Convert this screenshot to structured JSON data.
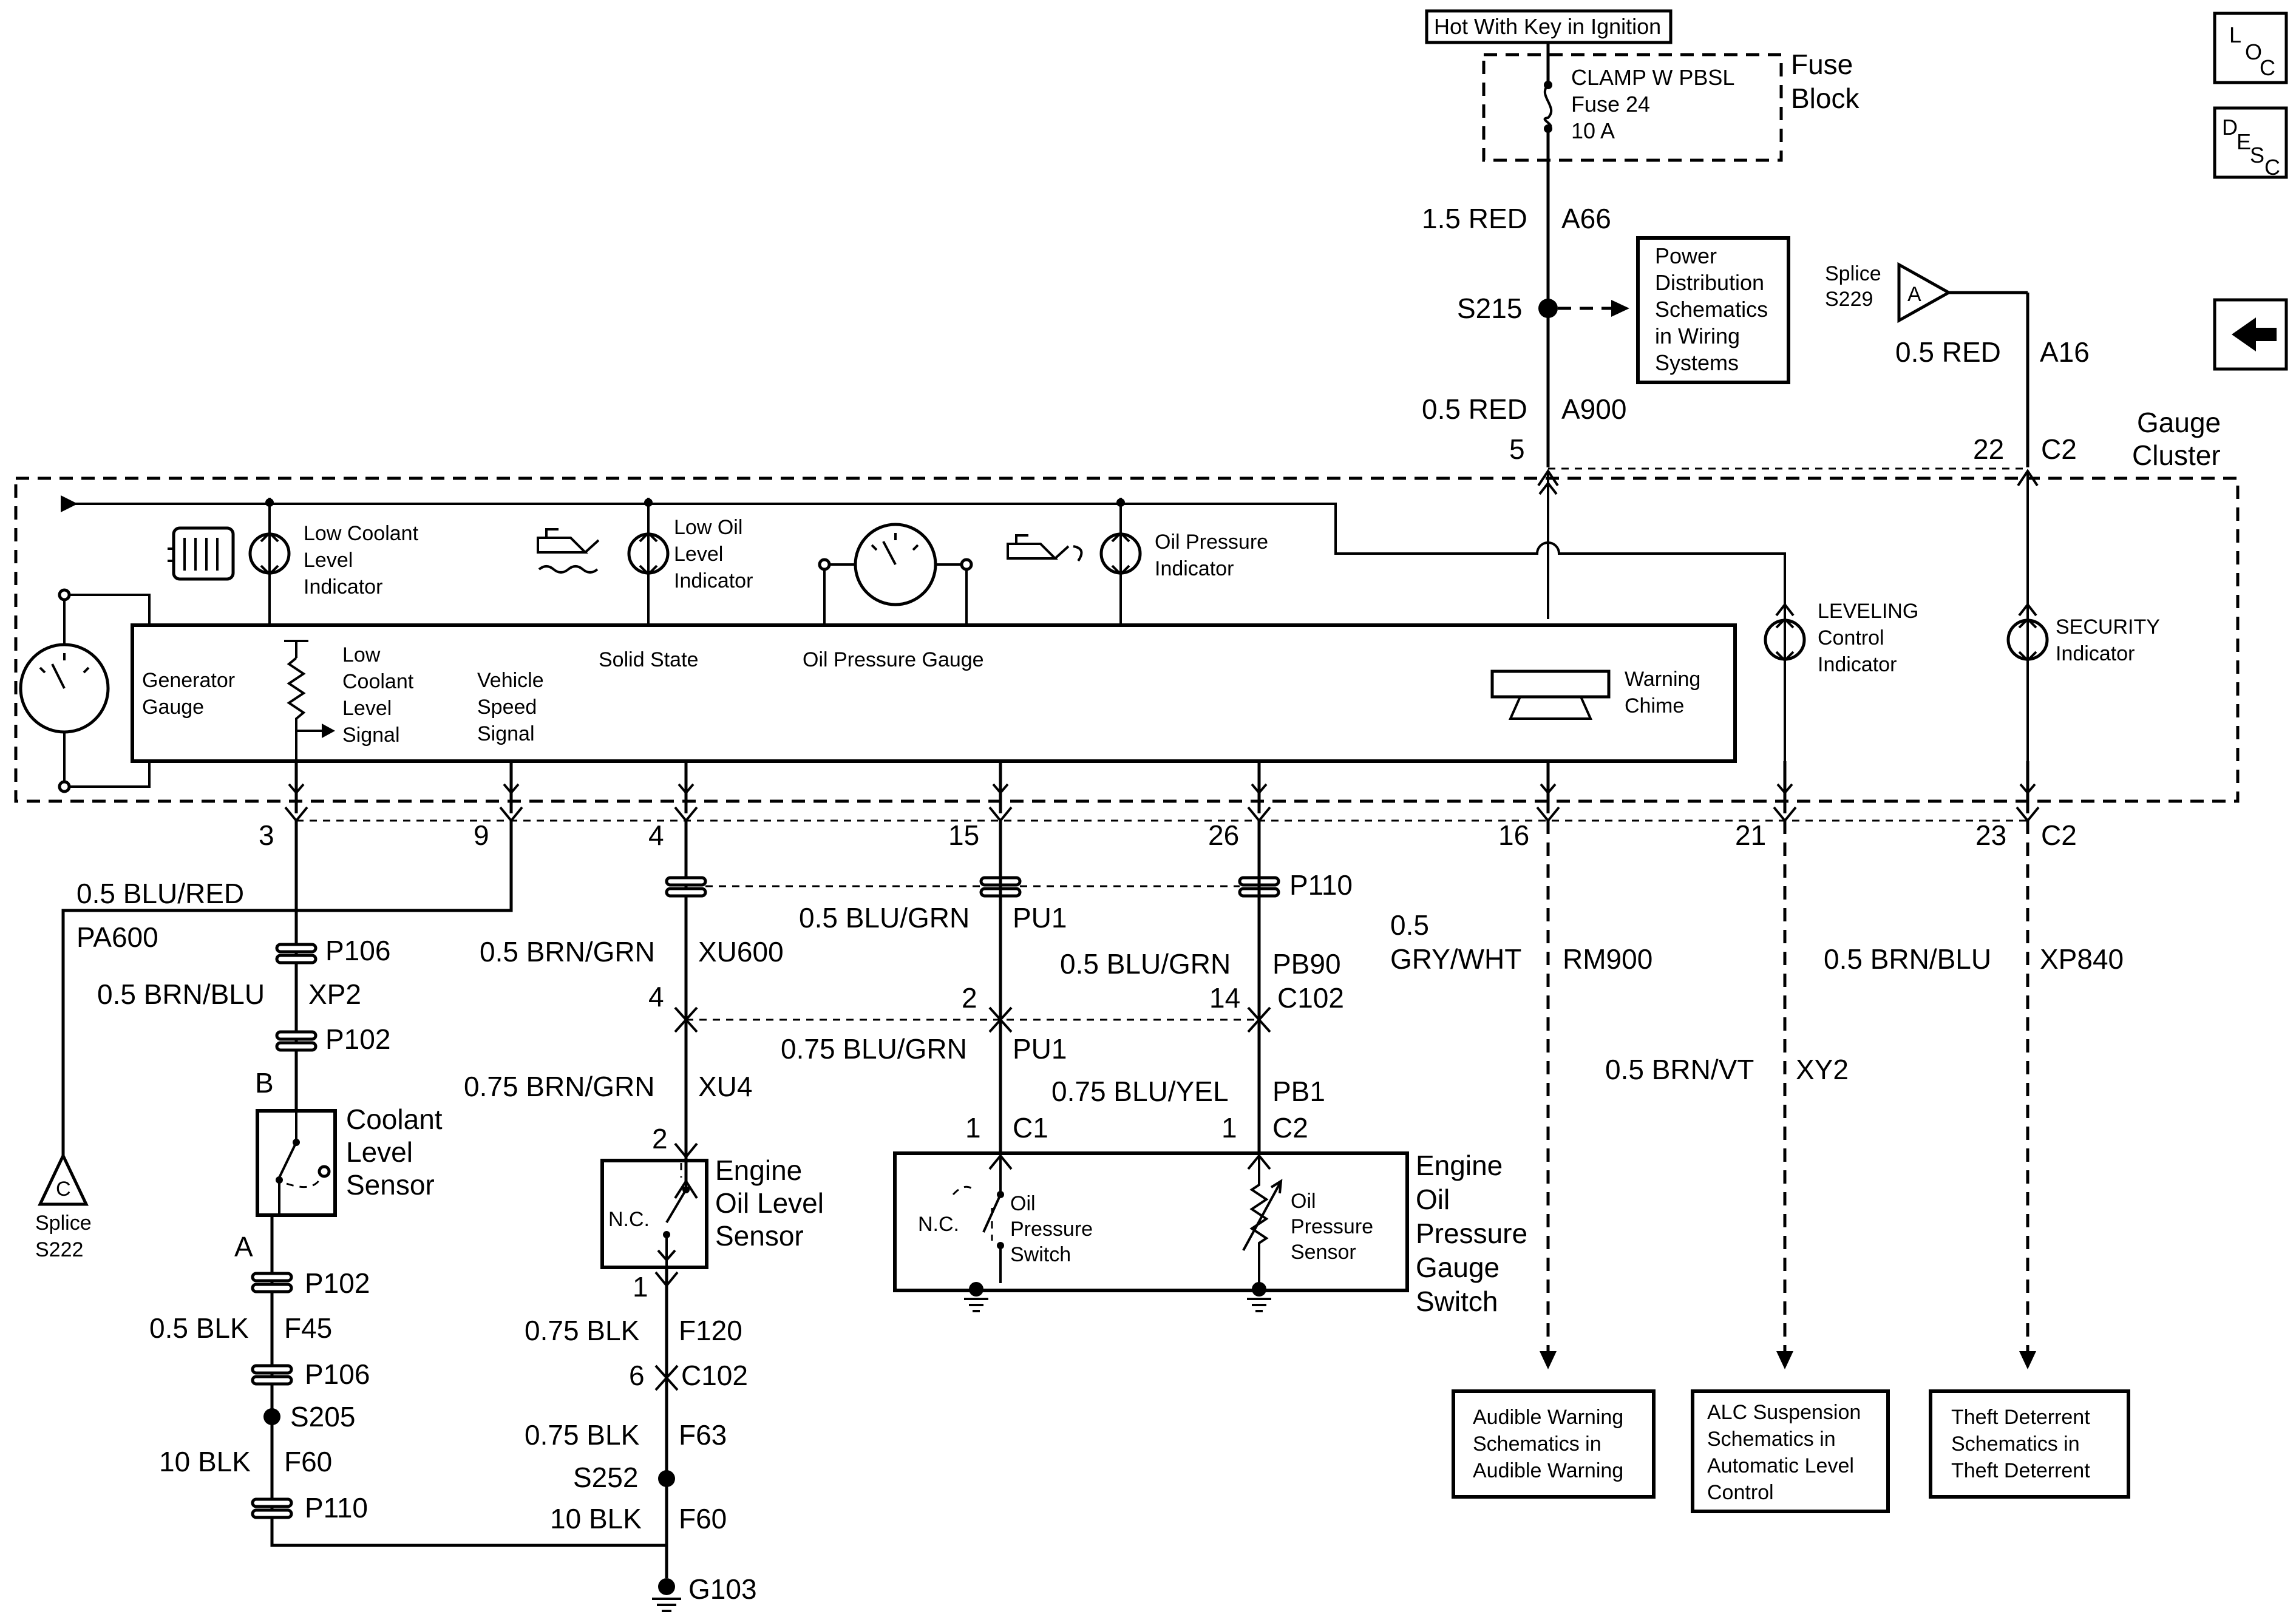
{
  "power": {
    "source_label": "Hot With Key in Ignition",
    "fuse_block_title_1": "Fuse",
    "fuse_block_title_2": "Block",
    "fuse_line1": "CLAMP W PBSL",
    "fuse_line2": "Fuse 24",
    "fuse_line3": "10 A",
    "wire_top_color": "1.5 RED",
    "wire_top_circuit": "A66",
    "splice_s215": "S215",
    "power_dist_ref": [
      "Power",
      "Distribution",
      "Schematics",
      "in Wiring",
      "Systems"
    ],
    "wire_cluster_color": "0.5 RED",
    "wire_cluster_circuit": "A900",
    "pin_5": "5",
    "splice_s229_1": "Splice",
    "splice_s229_2": "S229",
    "splice_s229_letter": "A",
    "wire_a16_color": "0.5 RED",
    "wire_a16_circuit": "A16",
    "pin_22": "22",
    "conn_c2_top": "C2"
  },
  "nav": {
    "loc_L": "L",
    "loc_O": "O",
    "loc_C": "C",
    "desc_D": "D",
    "desc_E": "E",
    "desc_S": "S",
    "desc_C": "C",
    "back_arrow": "←"
  },
  "cluster": {
    "title_1": "Gauge",
    "title_2": "Cluster",
    "low_coolant_indicator": [
      "Low Coolant",
      "Level",
      "Indicator"
    ],
    "low_oil_indicator": [
      "Low Oil",
      "Level",
      "Indicator"
    ],
    "oil_pressure_indicator": [
      "Oil Pressure",
      "Indicator"
    ],
    "leveling_indicator": [
      "LEVELING",
      "Control",
      "Indicator"
    ],
    "security_indicator": [
      "SECURITY",
      "Indicator"
    ],
    "generator_gauge": [
      "Generator",
      "Gauge"
    ],
    "low_coolant_signal": [
      "Low",
      "Coolant",
      "Level",
      "Signal"
    ],
    "vehicle_speed_signal": [
      "Vehicle",
      "Speed",
      "Signal"
    ],
    "solid_state": "Solid State",
    "oil_pressure_gauge": "Oil Pressure Gauge",
    "warning_chime": [
      "Warning",
      "Chime"
    ]
  },
  "bottom_pins": {
    "p3": "3",
    "p9": "9",
    "p4": "4",
    "p15": "15",
    "p26": "26",
    "p16": "16",
    "p21": "21",
    "p23": "23",
    "c2": "C2"
  },
  "coolant_branch": {
    "wire_blu_red": "0.5 BLU/RED",
    "circuit_pa600": "PA600",
    "p106_top": "P106",
    "wire_brn_blu": "0.5 BRN/BLU",
    "circuit_xp2": "XP2",
    "p102_top": "P102",
    "pin_b": "B",
    "sensor_name": [
      "Coolant",
      "Level",
      "Sensor"
    ],
    "pin_a": "A",
    "p102_bottom": "P102",
    "wire_blk": "0.5 BLK",
    "circuit_f45": "F45",
    "p106_bottom": "P106",
    "splice_s205": "S205",
    "wire_10blk": "10 BLK",
    "circuit_f60": "F60",
    "p110_bottom": "P110",
    "splice_c_letter": "C",
    "splice_c_1": "Splice",
    "splice_c_2": "S222"
  },
  "oil_level_branch": {
    "wire_brn_grn": "0.5 BRN/GRN",
    "circuit_xu600": "XU600",
    "pin_4": "4",
    "wire_075_brn_grn": "0.75 BRN/GRN",
    "circuit_xu4": "XU4",
    "pin_2": "2",
    "nc": "N.C.",
    "sensor_name": [
      "Engine",
      "Oil Level",
      "Sensor"
    ],
    "pin_1": "1",
    "wire_075_blk_a": "0.75 BLK",
    "circuit_f120": "F120",
    "pin_6": "6",
    "conn_c102": "C102",
    "wire_075_blk_b": "0.75 BLK",
    "circuit_f63": "F63",
    "splice_s252": "S252",
    "wire_10blk": "10 BLK",
    "circuit_f60": "F60",
    "ground": "G103"
  },
  "oil_pressure_branch": {
    "p110": "P110",
    "wire_blu_grn": "0.5 BLU/GRN",
    "circuit_pu1_a": "PU1",
    "pin_2": "2",
    "pin_14": "14",
    "conn_c102": "C102",
    "wire_pb90_color": "0.5 BLU/GRN",
    "circuit_pb90": "PB90",
    "wire_075_blu_grn": "0.75 BLU/GRN",
    "circuit_pu1_b": "PU1",
    "wire_075_blu_yel": "0.75 BLU/YEL",
    "circuit_pb1": "PB1",
    "pin_1_c1": "1",
    "conn_c1": "C1",
    "pin_1_c2": "1",
    "conn_c2": "C2",
    "nc": "N.C.",
    "switch_label": [
      "Oil",
      "Pressure",
      "Switch"
    ],
    "sensor_label": [
      "Oil",
      "Pressure",
      "Sensor"
    ],
    "assembly_name": [
      "Engine",
      "Oil",
      "Pressure",
      "Gauge",
      "Switch"
    ]
  },
  "right_branches": {
    "wire_gry_wht_1": "0.5",
    "wire_gry_wht_2": "GRY/WHT",
    "circuit_rm900": "RM900",
    "wire_brn_vt": "0.5 BRN/VT",
    "circuit_xy2": "XY2",
    "wire_brn_blu": "0.5 BRN/BLU",
    "circuit_xp840": "XP840",
    "audible_ref": [
      "Audible Warning",
      "Schematics in",
      "Audible Warning"
    ],
    "alc_ref": [
      "ALC Suspension",
      "Schematics in",
      "Automatic Level",
      "Control"
    ],
    "theft_ref": [
      "Theft Deterrent",
      "Schematics in",
      "Theft Deterrent"
    ]
  }
}
